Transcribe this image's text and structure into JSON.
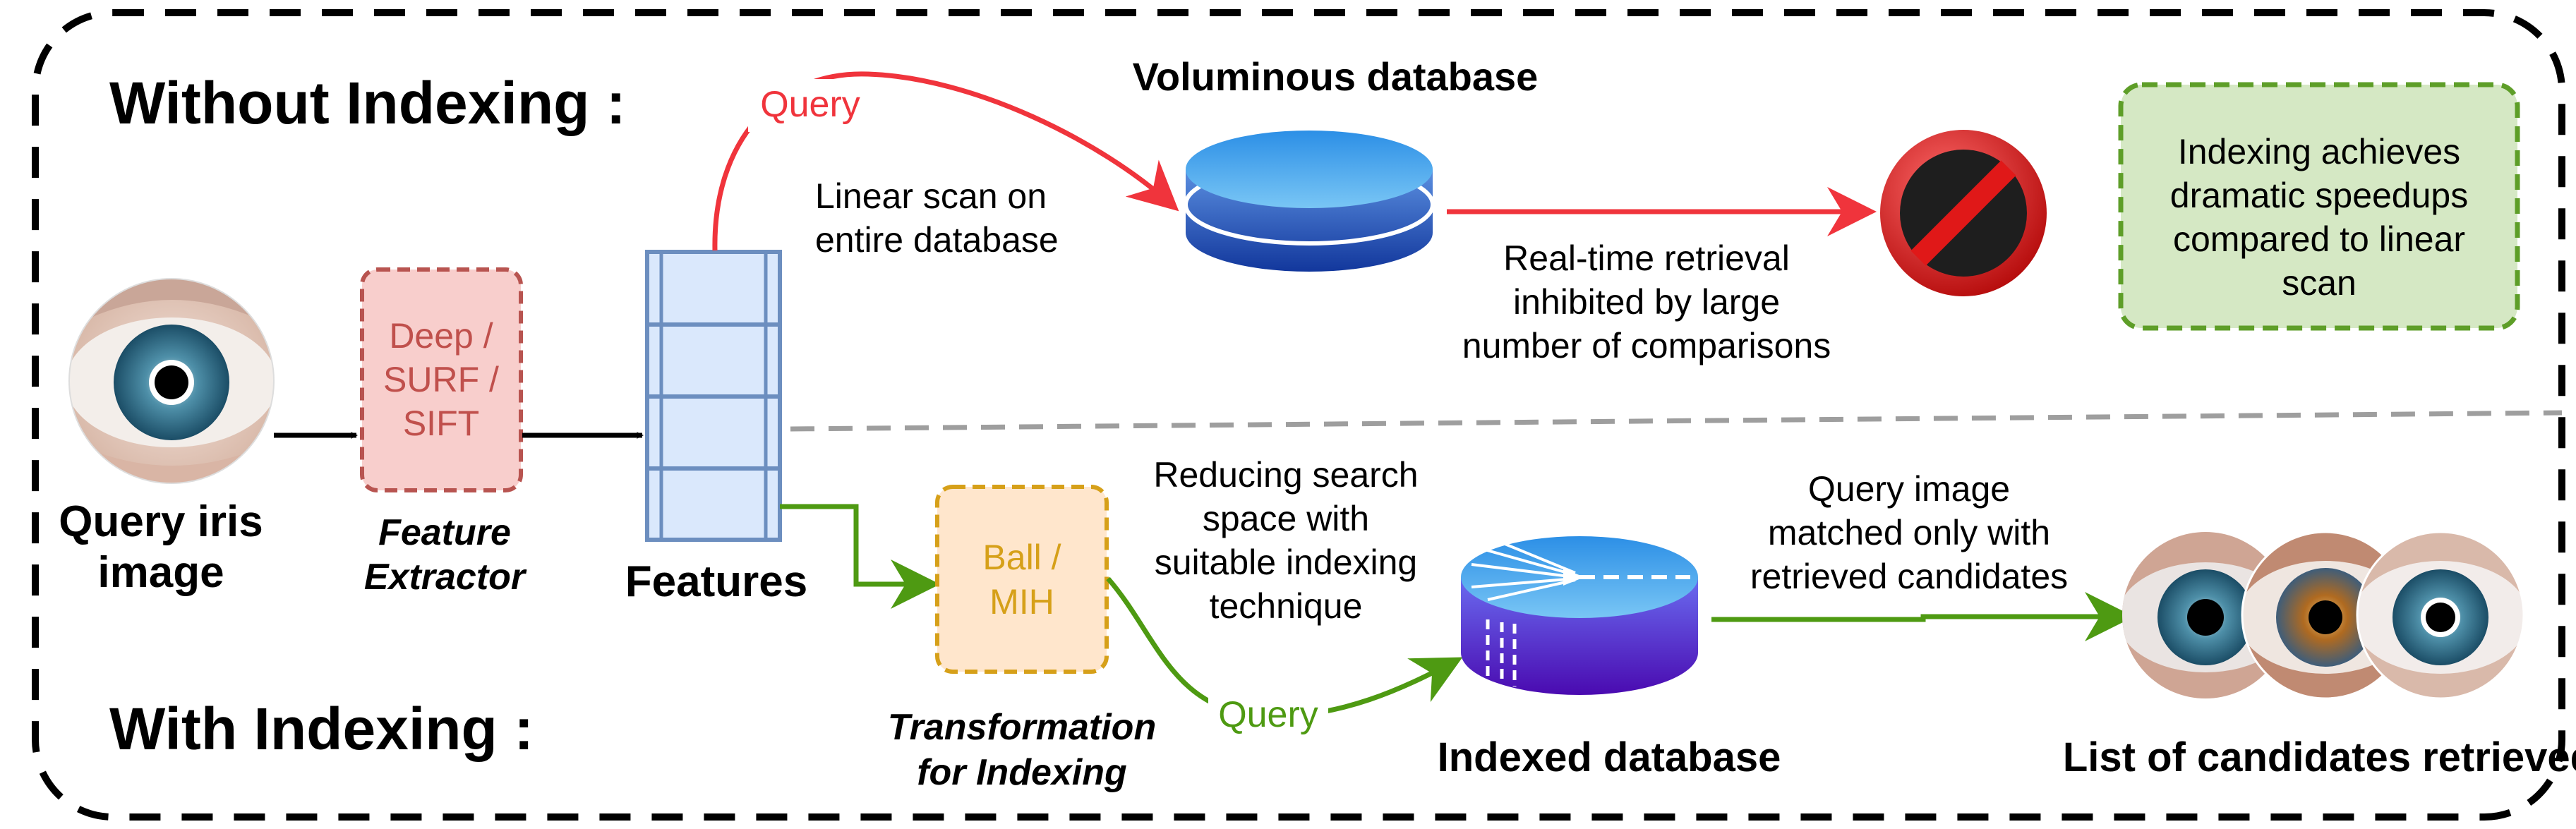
{
  "sections": {
    "top_title": "Without Indexing :",
    "bottom_title": "With Indexing :"
  },
  "query_image": {
    "label_line1": "Query iris",
    "label_line2": "image"
  },
  "extractor": {
    "box_line1": "Deep /",
    "box_line2": "SURF /",
    "box_line3": "SIFT",
    "caption_line1": "Feature",
    "caption_line2": "Extractor"
  },
  "features": {
    "label": "Features"
  },
  "top_flow": {
    "query_label": "Query",
    "scan_line1": "Linear scan on",
    "scan_line2": "entire database",
    "db_title": "Voluminous database",
    "result_line1": "Real-time retrieval",
    "result_line2": "inhibited by large",
    "result_line3": "number of comparisons"
  },
  "note": {
    "line1": "Indexing achieves",
    "line2": "dramatic speedups",
    "line3": "compared to linear",
    "line4": "scan"
  },
  "bottom_flow": {
    "transform_line1": "Ball /",
    "transform_line2": "MIH",
    "transform_caption_line1": "Transformation",
    "transform_caption_line2": "for Indexing",
    "reduce_line1": "Reducing search",
    "reduce_line2": "space with",
    "reduce_line3": "suitable indexing",
    "reduce_line4": "technique",
    "query_label": "Query",
    "db_title": "Indexed database",
    "match_line1": "Query image",
    "match_line2": "matched only with",
    "match_line3": "retrieved candidates",
    "candidates_title": "List of candidates retrieved"
  },
  "colors": {
    "red_flow": "#f0343c",
    "green_flow": "#4e9a12",
    "extractor_fill": "#f8cecc",
    "extractor_stroke": "#b85450",
    "transform_fill": "#ffe6cc",
    "transform_stroke": "#d6a019",
    "note_stroke": "#5e9e28",
    "features_fill": "#dae8fc",
    "features_stroke": "#6c8ebf"
  },
  "icons": [
    "eye-icon",
    "prohibited-icon",
    "database-icon"
  ]
}
